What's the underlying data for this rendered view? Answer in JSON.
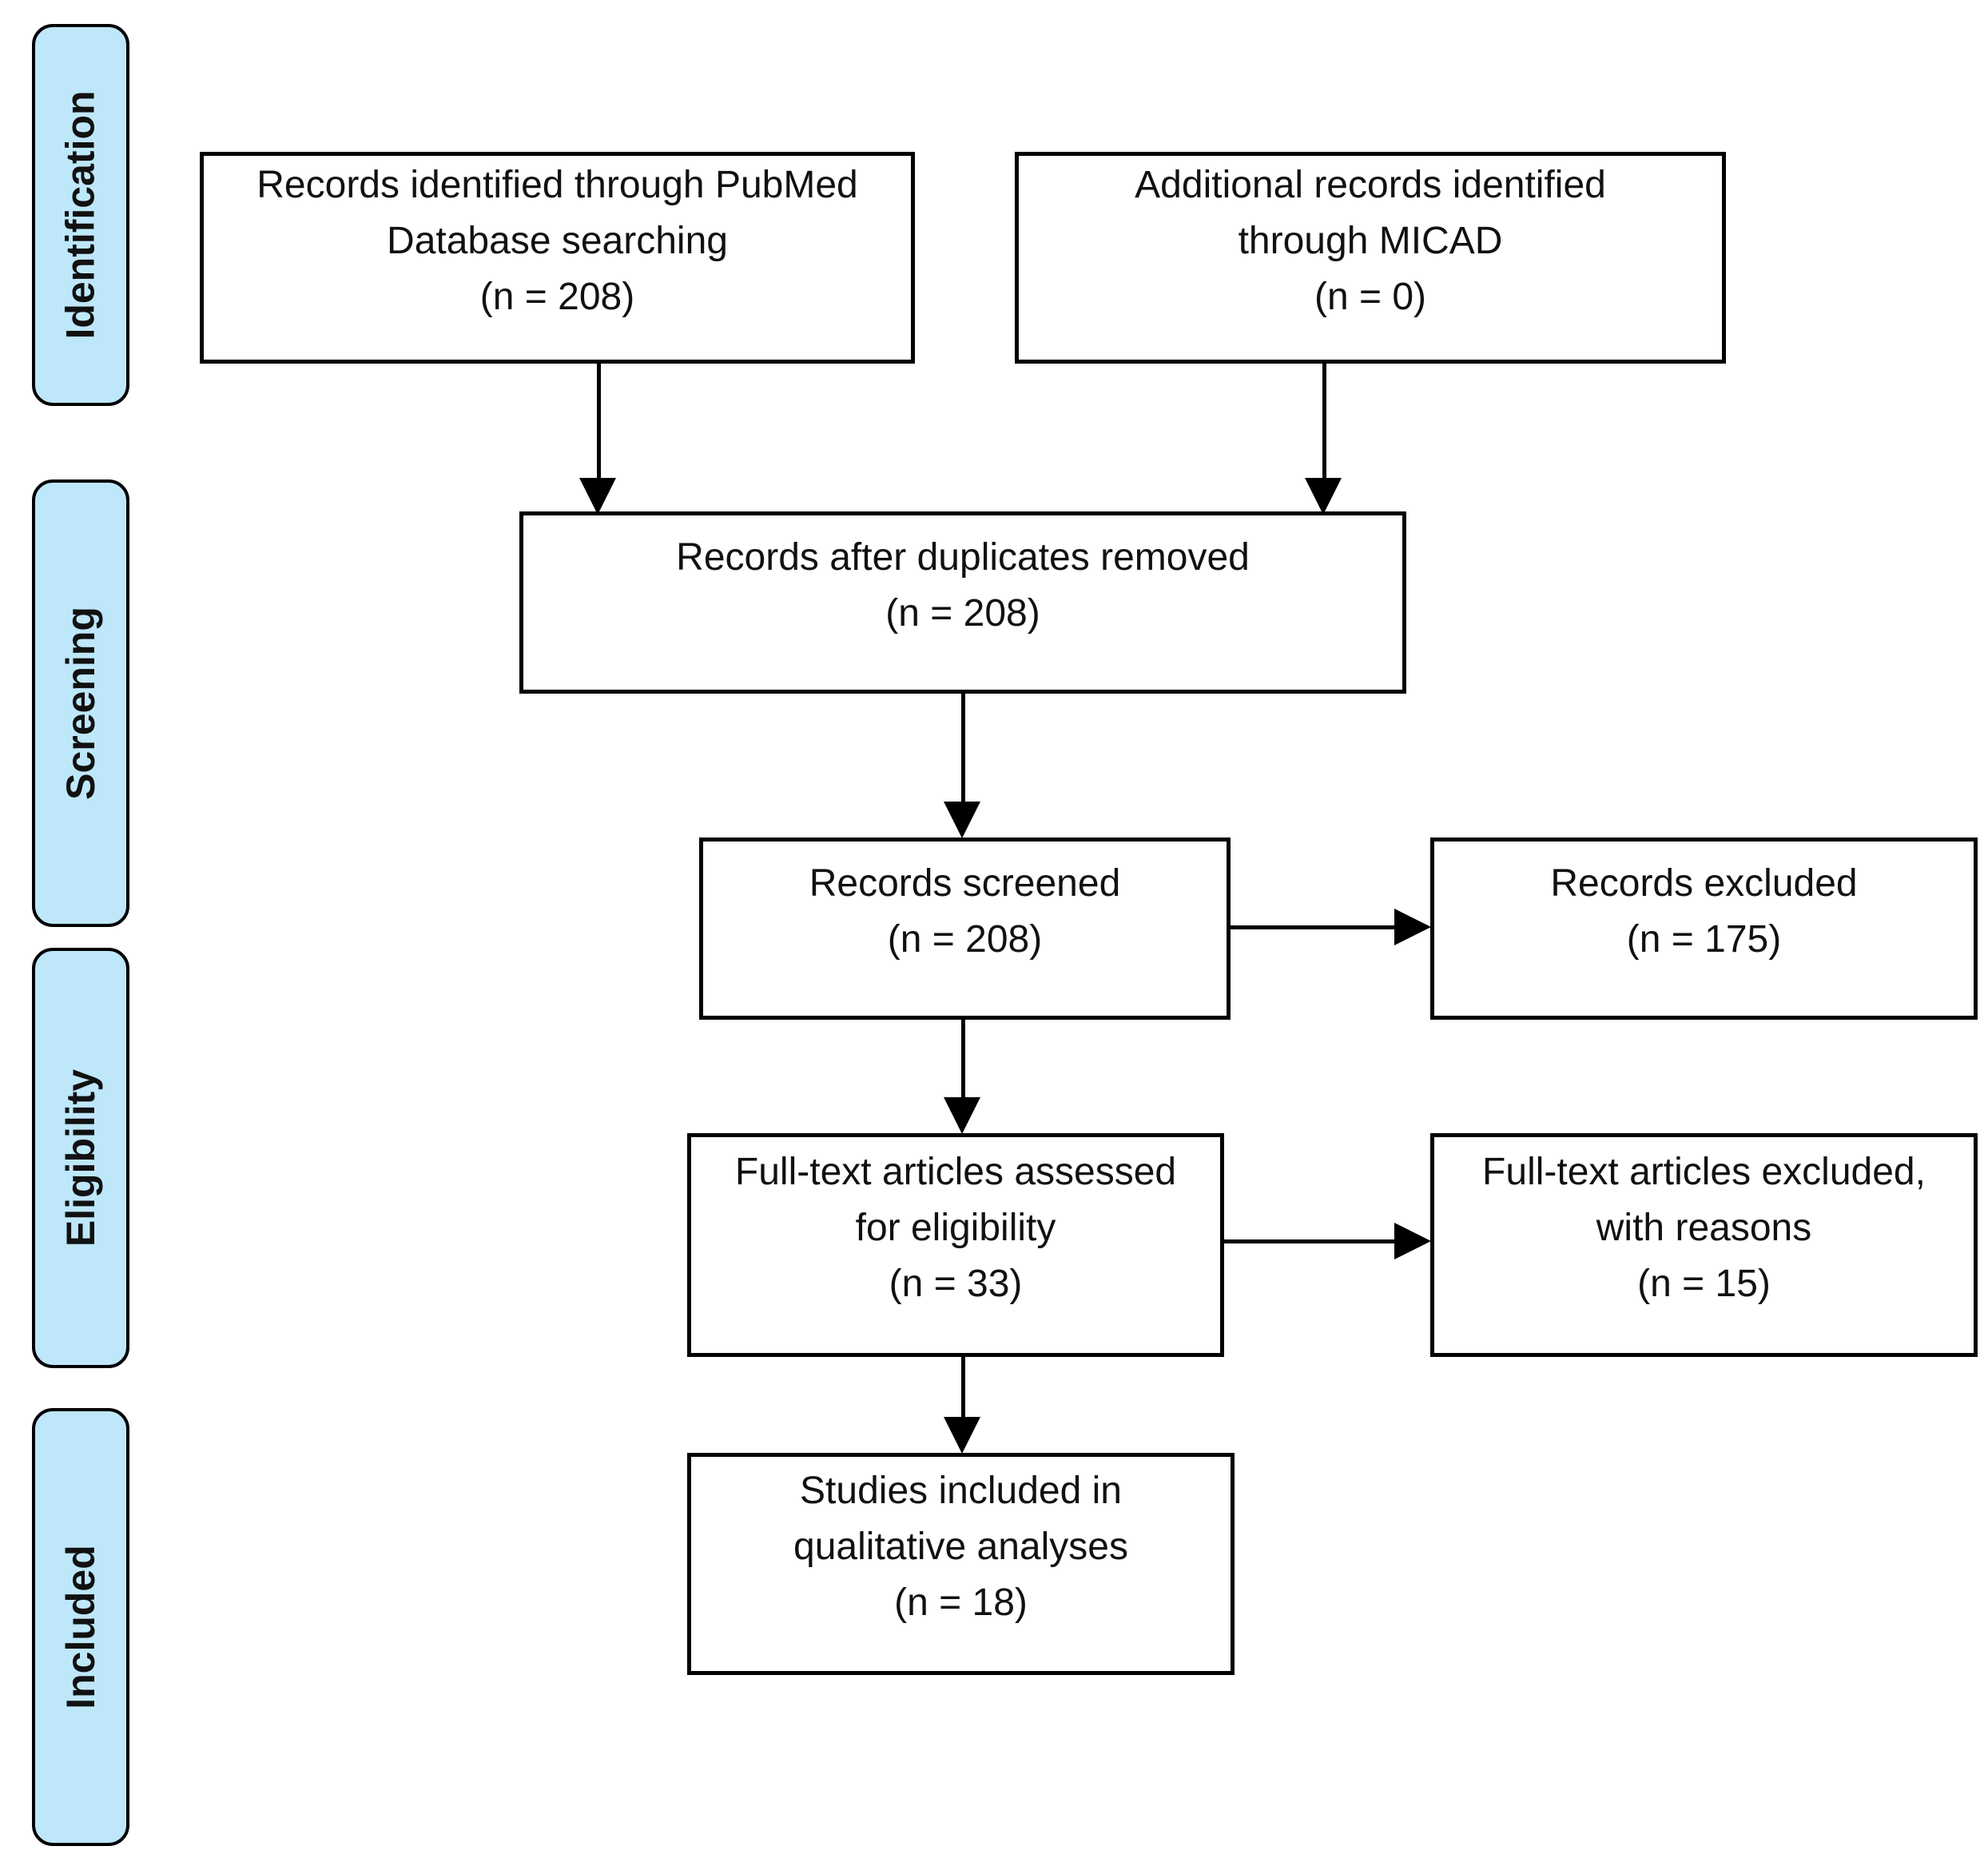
{
  "colors": {
    "stage_fill": "#BEE7FA",
    "line_color": "#000000",
    "box_fill": "#FFFFFF",
    "text_color": "#111111"
  },
  "stages": [
    {
      "id": "identification",
      "label": "Identification"
    },
    {
      "id": "screening",
      "label": "Screening"
    },
    {
      "id": "eligibility",
      "label": "Eligibility"
    },
    {
      "id": "included",
      "label": "Included"
    }
  ],
  "boxes": {
    "identified_pubmed": {
      "lines": [
        "Records identified through PubMed",
        "Database searching",
        "(n = 208)"
      ]
    },
    "additional_micad": {
      "lines": [
        "Additional records identified",
        "through MICAD",
        "(n = 0)"
      ]
    },
    "after_duplicates": {
      "lines": [
        "Records after duplicates removed",
        "(n = 208)"
      ]
    },
    "screened": {
      "lines": [
        "Records screened",
        "(n = 208)"
      ]
    },
    "excluded": {
      "lines": [
        "Records excluded",
        "(n = 175)"
      ]
    },
    "fulltext_assessed": {
      "lines": [
        "Full-text articles assessed",
        "for eligibility",
        "(n = 33)"
      ]
    },
    "fulltext_excluded": {
      "lines": [
        "Full-text articles excluded,",
        "with reasons",
        "(n = 15)"
      ]
    },
    "included_qualitative": {
      "lines": [
        "Studies included in",
        "qualitative analyses",
        "(n = 18)"
      ]
    }
  }
}
